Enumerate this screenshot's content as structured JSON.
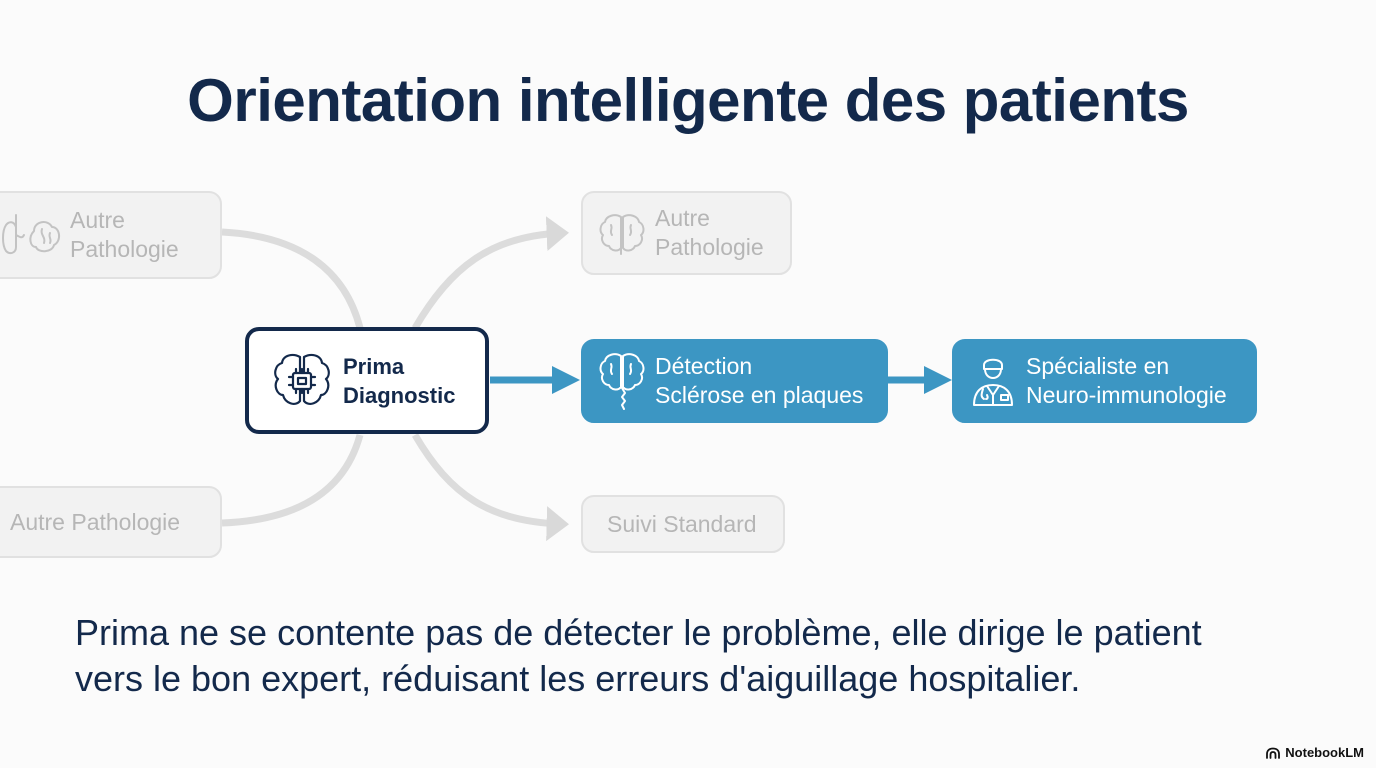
{
  "title": "Orientation intelligente des patients",
  "nodes": {
    "top_left": {
      "label": "Autre\nPathologie",
      "icon": "lungs-brain-icon"
    },
    "bottom_left": {
      "label": "Autre Pathologie"
    },
    "hub": {
      "label": "Prima\nDiagnostic",
      "icon": "brain-chip-icon"
    },
    "top_right": {
      "label": "Autre\nPathologie",
      "icon": "brain-icon"
    },
    "detection": {
      "label": "Détection\nSclérose en plaques",
      "icon": "brain-spine-icon"
    },
    "specialist": {
      "label": "Spécialiste en\nNeuro-immunologie",
      "icon": "doctor-icon"
    },
    "bottom_right": {
      "label": "Suivi Standard"
    }
  },
  "colors": {
    "navy": "#13294b",
    "accent_blue": "#3c96c3",
    "faded_gray": "#d9d9d9"
  },
  "caption": {
    "line1": "Prima ne se contente pas de détecter le problème, elle dirige le patient",
    "line2": "vers le bon expert, réduisant les erreurs d'aiguillage hospitalier."
  },
  "brand": {
    "label": "NotebookLM",
    "icon": "notebooklm-logo-icon"
  }
}
